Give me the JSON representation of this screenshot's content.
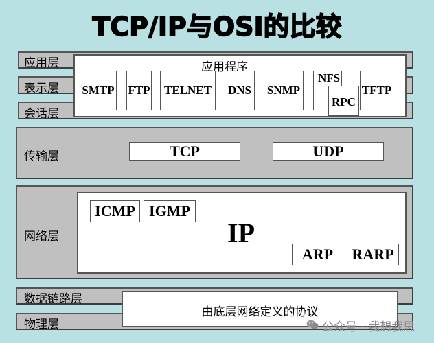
{
  "title": "TCP/IP与OSI的比较",
  "layers": {
    "application": "应用层",
    "presentation": "表示层",
    "session": "会话层",
    "transport": "传输层",
    "network": "网络层",
    "datalink": "数据链路层",
    "physical": "物理层"
  },
  "application_group": {
    "label": "应用程序",
    "protocols": [
      "SMTP",
      "FTP",
      "TELNET",
      "DNS",
      "SNMP",
      "NFS",
      "RPC",
      "TFTP"
    ]
  },
  "transport_protocols": [
    "TCP",
    "UDP"
  ],
  "network_group": {
    "main": "IP",
    "protocols": [
      "ICMP",
      "IGMP",
      "ARP",
      "RARP"
    ]
  },
  "lower_group": {
    "label": "由底层网络定义的协议"
  },
  "watermark": {
    "icon": "wechat-icon",
    "text": "公众号 · 我想我思"
  },
  "colors": {
    "background": "#b9e0e3",
    "band": "#c0c0c0",
    "box": "#ffffff",
    "border": "#555555"
  }
}
